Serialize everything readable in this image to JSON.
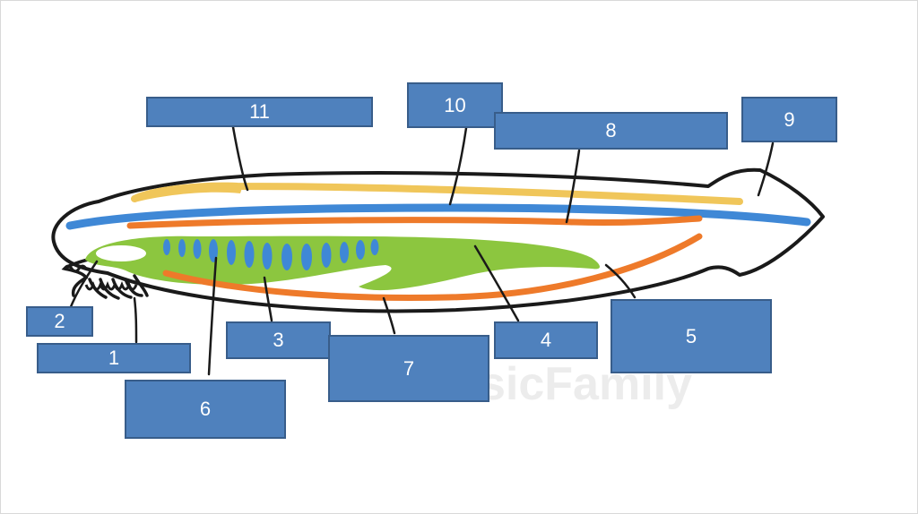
{
  "colors": {
    "outline": "#1a1a1a",
    "dorsal_yellow": "#f0c65a",
    "nerve_blue": "#3f88d6",
    "vessel_orange": "#ee7a2a",
    "gut_green": "#8cc63f",
    "gill_slit_blue": "#3f88d6",
    "box_fill": "#4f81bd",
    "box_border": "#385d8a",
    "box_text": "#ffffff",
    "watermark": "#ececec"
  },
  "watermark": "sicFamily",
  "labels": [
    {
      "id": "11",
      "text": "11"
    },
    {
      "id": "10",
      "text": "10"
    },
    {
      "id": "8",
      "text": "8"
    },
    {
      "id": "9",
      "text": "9"
    },
    {
      "id": "2",
      "text": "2"
    },
    {
      "id": "1",
      "text": "1"
    },
    {
      "id": "6",
      "text": "6"
    },
    {
      "id": "3",
      "text": "3"
    },
    {
      "id": "7",
      "text": "7"
    },
    {
      "id": "4",
      "text": "4"
    },
    {
      "id": "5",
      "text": "5"
    }
  ]
}
